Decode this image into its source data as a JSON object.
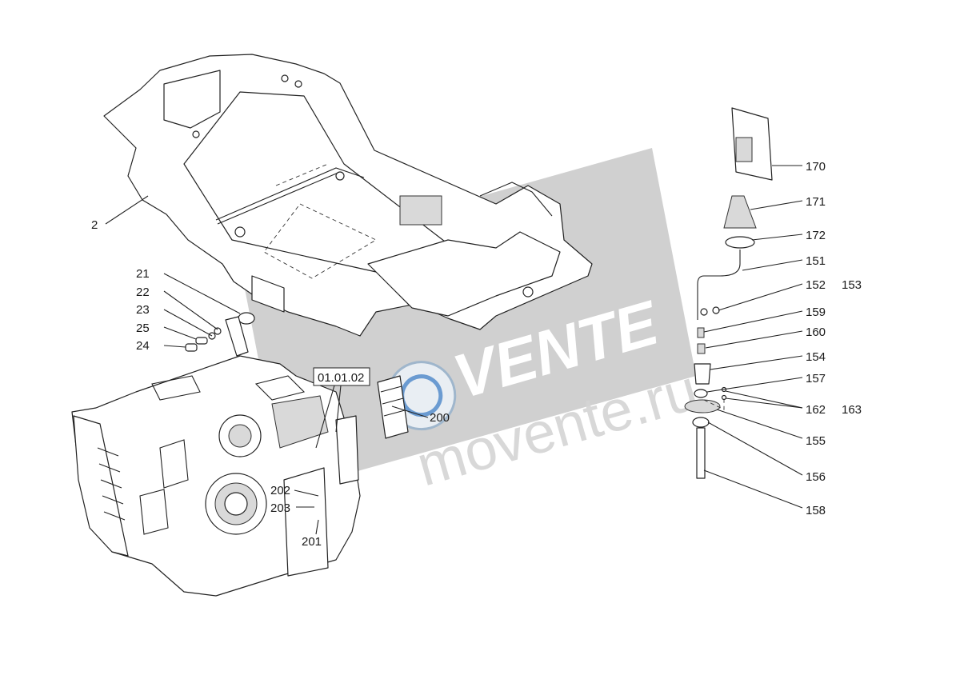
{
  "watermark": {
    "brand": "VENTE",
    "site": "movente.ru",
    "color": "#c8c8c8"
  },
  "callouts": {
    "frame": "2",
    "c21": "21",
    "c22": "22",
    "c23": "23",
    "c25": "25",
    "c24": "24",
    "group_ref": "01.01.02",
    "c200": "200",
    "c202": "202",
    "c203": "203",
    "c201": "201",
    "c170": "170",
    "c171": "171",
    "c172": "172",
    "c151": "151",
    "c152": "152",
    "c153": "153",
    "c159": "159",
    "c160": "160",
    "c154": "154",
    "c157": "157",
    "c162": "162",
    "c163": "163",
    "c155": "155",
    "c156": "156",
    "c158": "158"
  }
}
